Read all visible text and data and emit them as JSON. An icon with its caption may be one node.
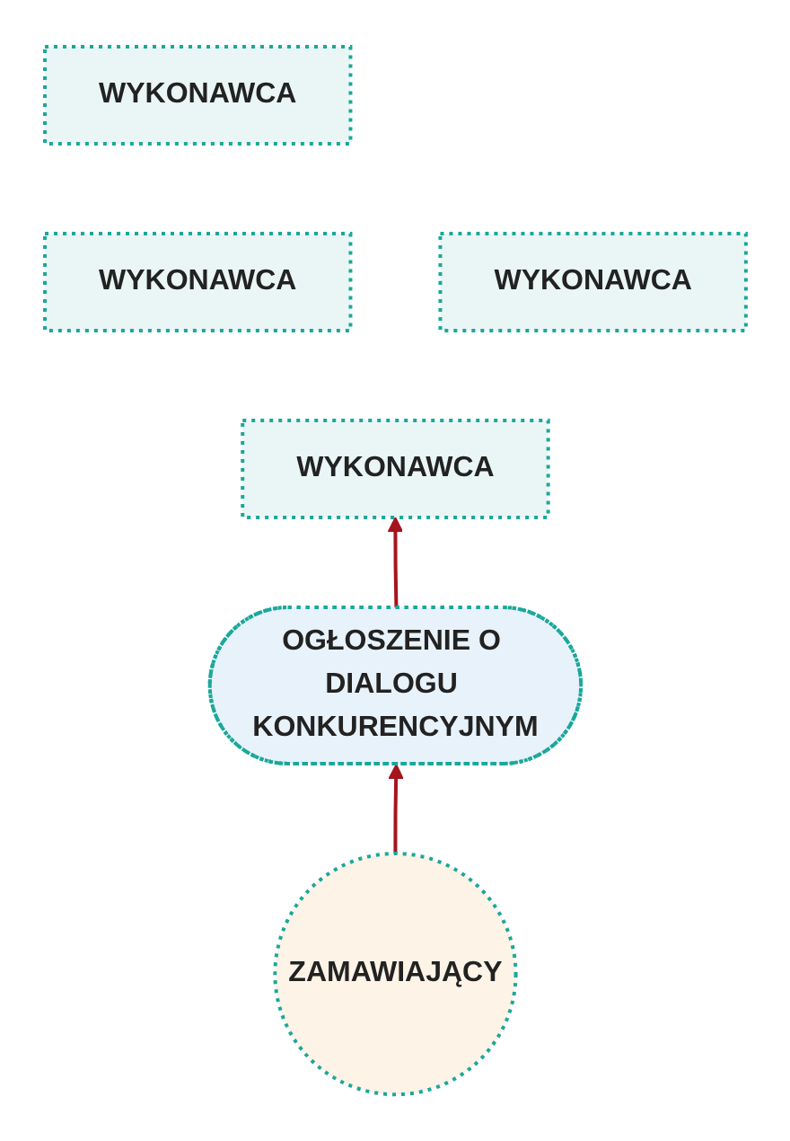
{
  "diagram": {
    "nodes": [
      {
        "text": [
          "WYKONAWCA"
        ]
      },
      {
        "text": [
          "WYKONAWCA"
        ]
      },
      {
        "text": [
          "WYKONAWCA"
        ]
      },
      {
        "text": [
          "WYKONAWCA"
        ]
      },
      {
        "text": [
          "OGŁOSZENIE O DIALOGU KONKURENCYJNYM"
        ]
      },
      {
        "text": [
          "ZAMAWIAJĄCY"
        ]
      }
    ],
    "edges": [
      {
        "from": 5,
        "to": 4,
        "arrow": "to"
      },
      {
        "from": 4,
        "to": 3,
        "arrow": "to"
      }
    ]
  }
}
